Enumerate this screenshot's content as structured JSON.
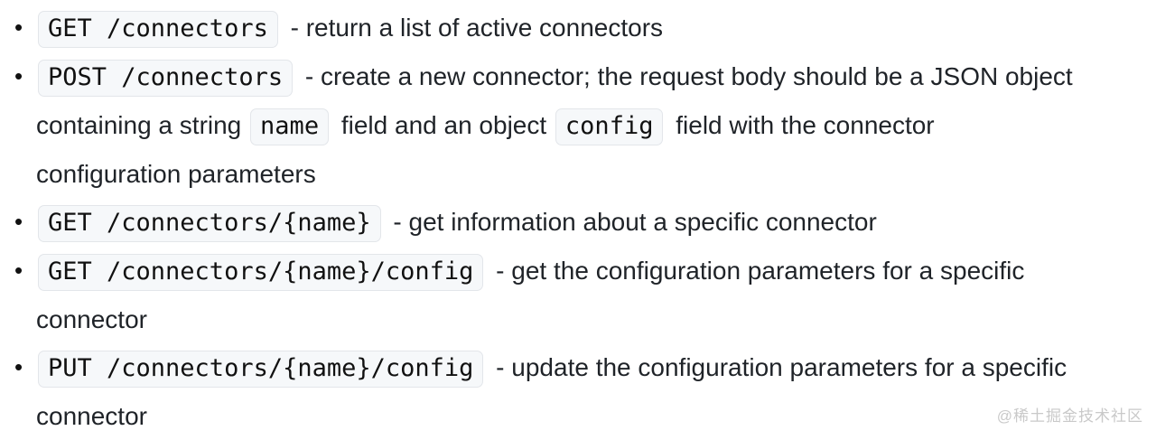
{
  "page": {
    "watermark": "@稀土掘金技术社区"
  },
  "colors": {
    "text": "#1f2328",
    "code_bg": "#f6f8fa",
    "code_border": "#e3e6ea",
    "bullet": "#111111",
    "watermark": "#c9c9c9"
  },
  "list": {
    "items": [
      {
        "segments": [
          {
            "type": "code",
            "text": "GET /connectors"
          },
          {
            "type": "text",
            "text": " - return a list of active connectors"
          }
        ]
      },
      {
        "segments": [
          {
            "type": "code",
            "text": "POST /connectors"
          },
          {
            "type": "text",
            "text": " - create a new connector; the request body should be a JSON object"
          },
          {
            "type": "break"
          },
          {
            "type": "text",
            "text": "containing a string "
          },
          {
            "type": "code",
            "text": "name"
          },
          {
            "type": "text",
            "text": " field and an object "
          },
          {
            "type": "code",
            "text": "config"
          },
          {
            "type": "text",
            "text": " field with the connector"
          },
          {
            "type": "break"
          },
          {
            "type": "text",
            "text": "configuration parameters"
          }
        ]
      },
      {
        "segments": [
          {
            "type": "code",
            "text": "GET /connectors/{name}"
          },
          {
            "type": "text",
            "text": " - get information about a specific connector"
          }
        ]
      },
      {
        "segments": [
          {
            "type": "code",
            "text": "GET /connectors/{name}/config"
          },
          {
            "type": "text",
            "text": " - get the configuration parameters for a specific"
          },
          {
            "type": "break"
          },
          {
            "type": "text",
            "text": "connector"
          }
        ]
      },
      {
        "segments": [
          {
            "type": "code",
            "text": "PUT /connectors/{name}/config"
          },
          {
            "type": "text",
            "text": " - update the configuration parameters for a specific"
          },
          {
            "type": "break"
          },
          {
            "type": "text",
            "text": "connector"
          }
        ]
      }
    ]
  }
}
